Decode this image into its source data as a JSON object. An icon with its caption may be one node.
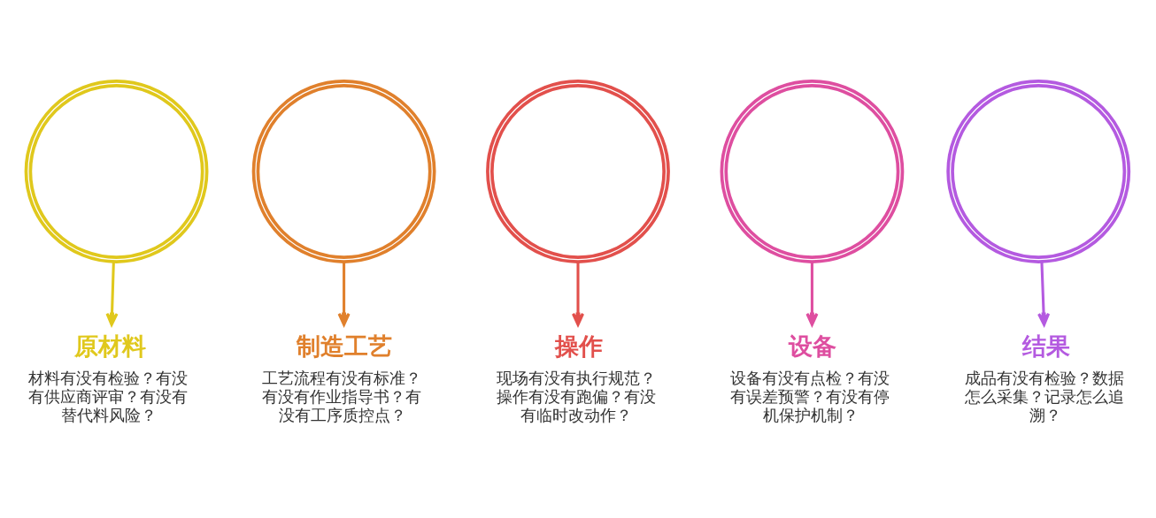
{
  "diagram": {
    "nodes": [
      {
        "text": [],
        "shape": "circle"
      },
      {
        "text": [],
        "shape": "circle"
      },
      {
        "text": [],
        "shape": "circle"
      },
      {
        "text": [],
        "shape": "circle"
      },
      {
        "text": [],
        "shape": "circle"
      },
      {
        "text": [
          "原材料",
          "材料有没有检验？有没有供应商评审？有没有替代料风险？"
        ]
      },
      {
        "text": [
          "制造工艺",
          "工艺流程有没有标准？有没有作业指导书？有没有工序质控点？"
        ]
      },
      {
        "text": [
          "操作",
          "现场有没有执行规范？操作有没有跑偏？有没有临时改动作？"
        ]
      },
      {
        "text": [
          "设备",
          "设备有没有点检？有没有误差预警？有没有停机保护机制？"
        ]
      },
      {
        "text": [
          "结果",
          "成品有没有检验？数据怎么采集？记录怎么追溯？"
        ]
      }
    ],
    "edges": [
      {
        "from": 0,
        "to": 5,
        "arrow": "to",
        "color": "#e0c81c"
      },
      {
        "from": 1,
        "to": 6,
        "arrow": "to",
        "color": "#e0802c"
      },
      {
        "from": 2,
        "to": 7,
        "arrow": "to",
        "color": "#e2504c"
      },
      {
        "from": 3,
        "to": 8,
        "arrow": "to",
        "color": "#de4ea0"
      },
      {
        "from": 4,
        "to": 9,
        "arrow": "to",
        "color": "#b45ae0"
      }
    ]
  }
}
